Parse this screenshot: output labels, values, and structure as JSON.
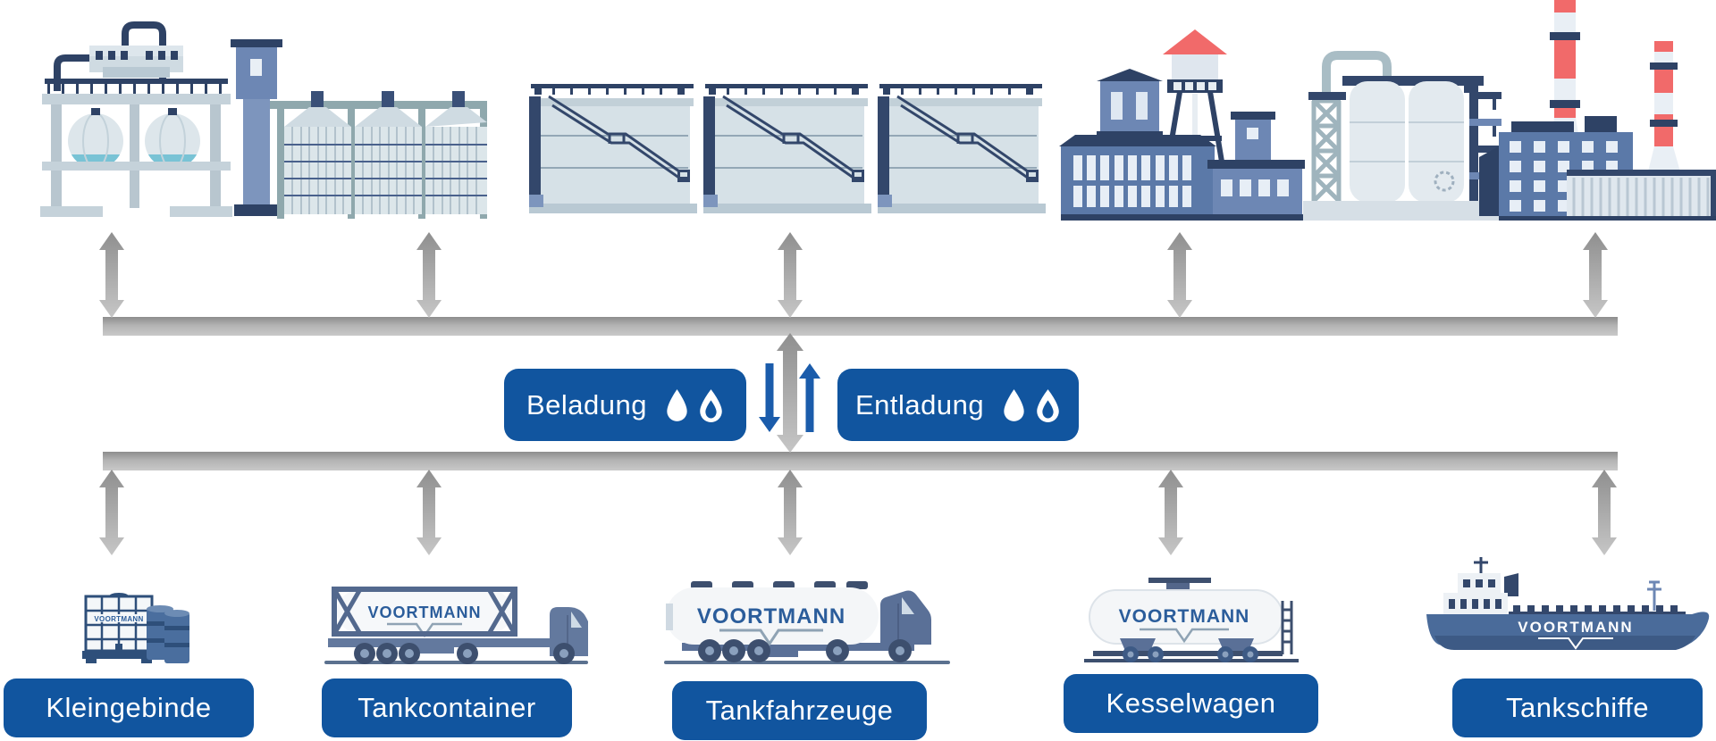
{
  "diagram": {
    "brand": "VOORTMANN",
    "loading": {
      "label": "Beladung",
      "icons": [
        "droplet-icon",
        "flame-icon"
      ]
    },
    "unloading": {
      "label": "Entladung",
      "icons": [
        "droplet-icon",
        "flame-icon"
      ]
    },
    "colors": {
      "accent_blue": "#11559f",
      "arrow_blue": "#1b5cab",
      "bar_gray": "#a9a9a9",
      "navy": "#2e4265",
      "chimney_red": "#f16a6a"
    }
  },
  "facilities": [
    {
      "icon": "sphere-tank-plant-icon"
    },
    {
      "icon": "silos-icon"
    },
    {
      "icon": "storage-tanks-icon"
    },
    {
      "icon": "factory-water-tower-icon"
    },
    {
      "icon": "process-columns-icon"
    },
    {
      "icon": "power-plant-icon"
    }
  ],
  "transports": [
    {
      "label": "Kleingebinde",
      "icon": "ibc-drums-icon"
    },
    {
      "label": "Tankcontainer",
      "icon": "tank-container-truck-icon"
    },
    {
      "label": "Tankfahrzeuge",
      "icon": "tank-truck-icon"
    },
    {
      "label": "Kesselwagen",
      "icon": "rail-tank-car-icon"
    },
    {
      "label": "Tankschiffe",
      "icon": "tanker-ship-icon"
    }
  ]
}
